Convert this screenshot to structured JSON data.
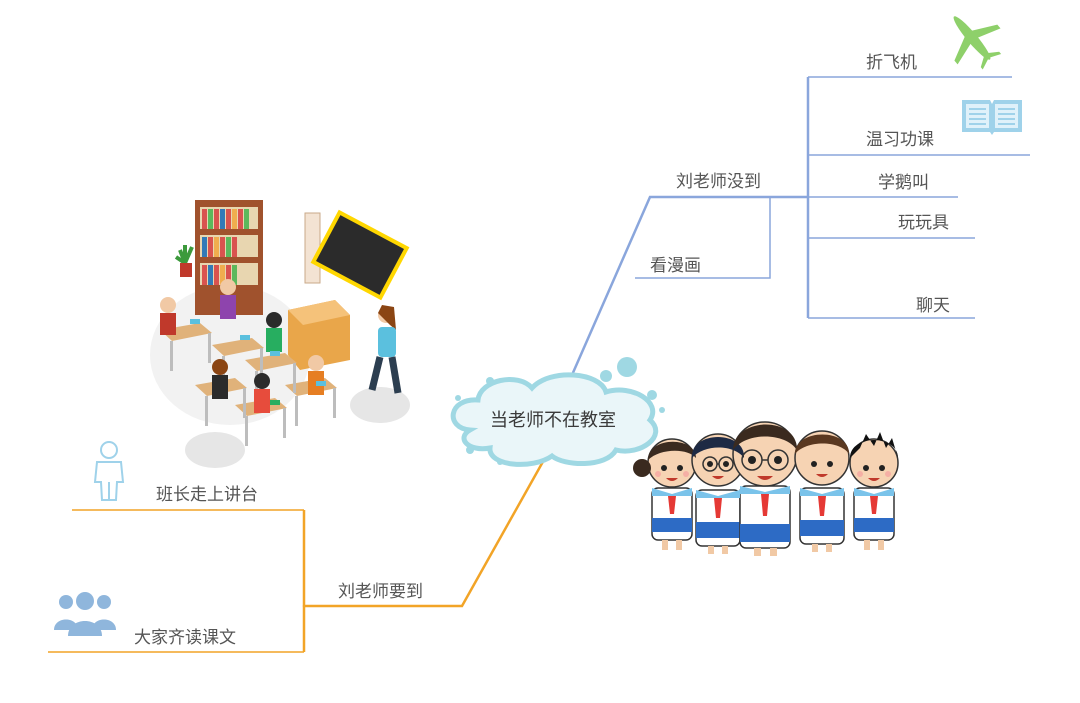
{
  "center": {
    "label": "当老师不在教室"
  },
  "branches": {
    "absent": {
      "label": "刘老师没到",
      "color": "#8aa6dc",
      "children": [
        "折飞机",
        "温习功课",
        "学鹅叫",
        "玩玩具",
        "看漫画",
        "聊天"
      ]
    },
    "arriving": {
      "label": "刘老师要到",
      "color": "#f2a427",
      "children": [
        "班长走上讲台",
        "大家齐读课文"
      ]
    }
  },
  "icons": {
    "plane": "airplane-icon",
    "book": "open-book-icon",
    "person": "person-icon",
    "group": "group-icon"
  },
  "colors": {
    "cloud": "#9fd8e3",
    "cloud_fill": "#eaf6f9",
    "plane": "#8ed06a",
    "book": "#9fd2ea",
    "person": "#9fd2ea",
    "group": "#8fb6dc"
  }
}
